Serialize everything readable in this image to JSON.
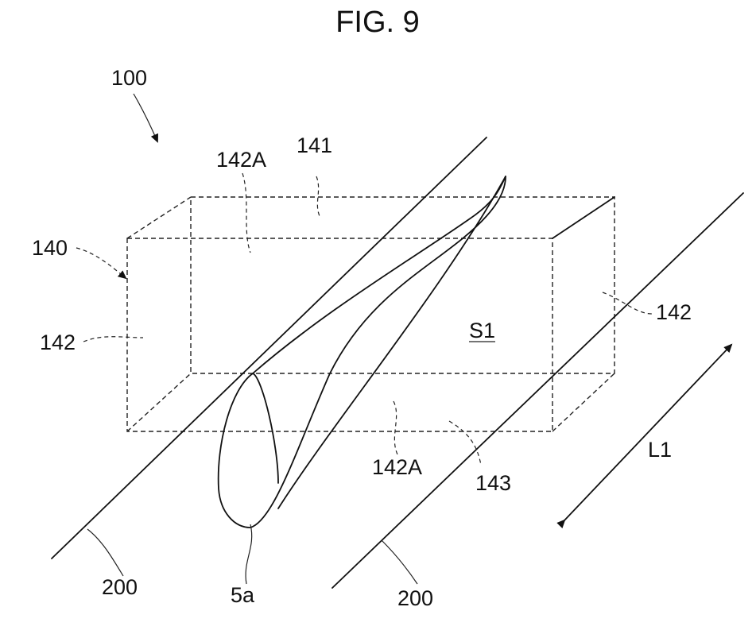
{
  "figure": {
    "title": "FIG. 9",
    "labels": {
      "device": "100",
      "box": "140",
      "top_face": "141",
      "top_side": "142A",
      "left_side": "142",
      "right_side": "142",
      "bottom_side": "142A",
      "bottom_face": "143",
      "space": "S1",
      "wire_left": "200",
      "wire_right": "200",
      "lobe": "5a",
      "direction": "L1"
    }
  }
}
